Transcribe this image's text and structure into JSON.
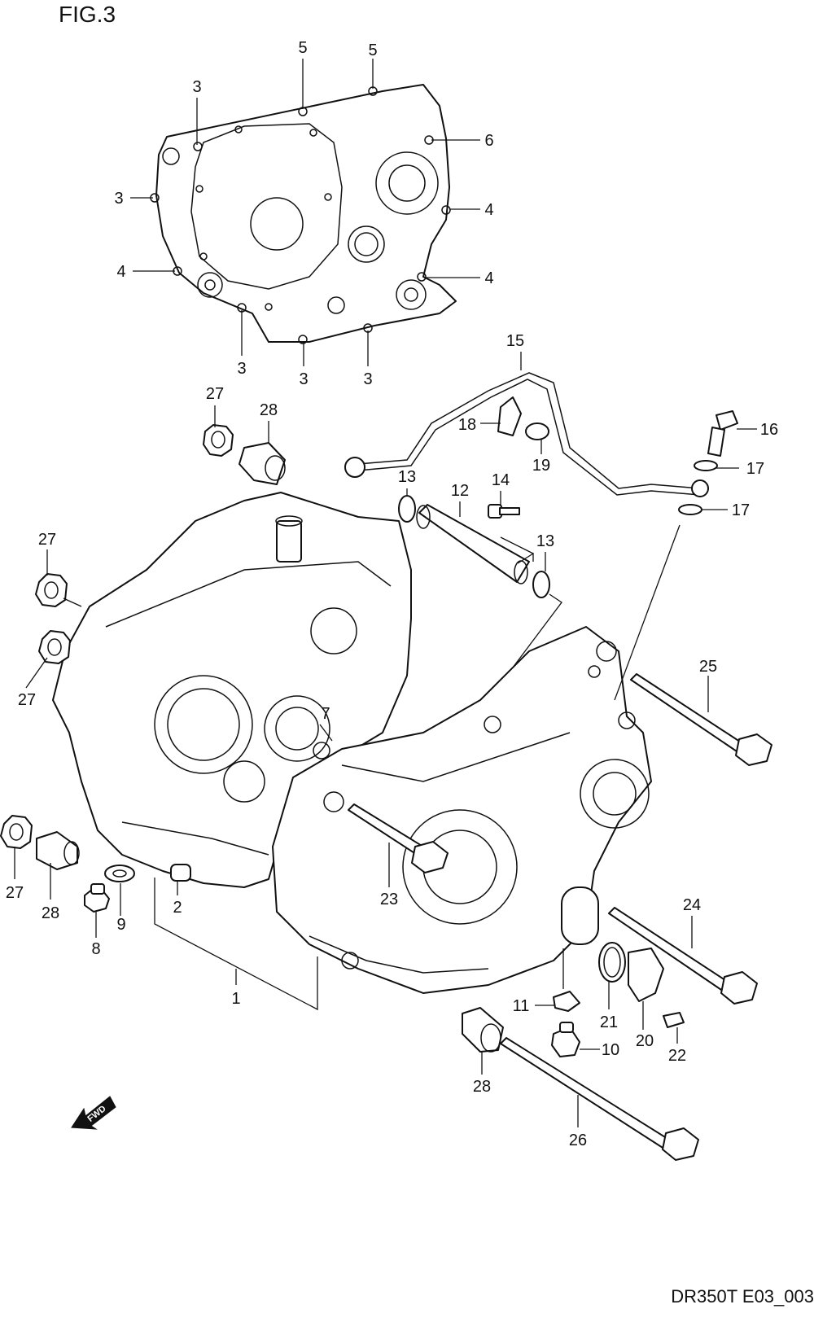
{
  "figure": {
    "title": "FIG.3",
    "code": "DR350T E03_003",
    "fwd_label": "FWD"
  },
  "callouts": [
    "1",
    "2",
    "3",
    "4",
    "5",
    "6",
    "7",
    "8",
    "9",
    "10",
    "11",
    "12",
    "13",
    "14",
    "15",
    "16",
    "17",
    "18",
    "19",
    "20",
    "21",
    "22",
    "23",
    "24",
    "25",
    "26",
    "27",
    "28"
  ],
  "icons": {
    "forward_arrow": "fwd-arrow-icon"
  }
}
